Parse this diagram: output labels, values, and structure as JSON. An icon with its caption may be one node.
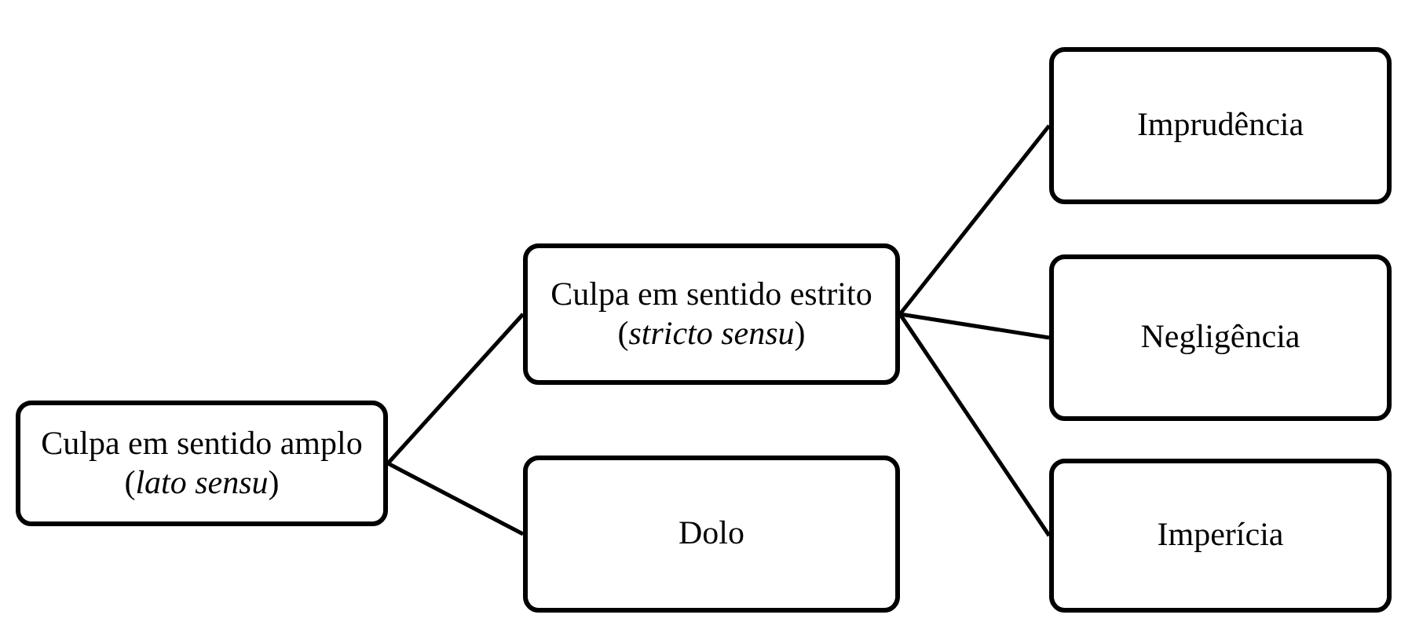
{
  "diagram": {
    "nodes": [
      {
        "text": [
          "Culpa em sentido amplo (*lato sensu*)"
        ]
      },
      {
        "text": [
          "Culpa em sentido estrito (*stricto sensu*)"
        ]
      },
      {
        "text": [
          "Dolo"
        ]
      },
      {
        "text": [
          "Imprudência"
        ]
      },
      {
        "text": [
          "Negligência"
        ]
      },
      {
        "text": [
          "Imperícia"
        ]
      }
    ],
    "edges": [
      {
        "from": 0,
        "to": 1,
        "arrow": "none"
      },
      {
        "from": 0,
        "to": 2,
        "arrow": "none"
      },
      {
        "from": 1,
        "to": 3,
        "arrow": "none"
      },
      {
        "from": 1,
        "to": 4,
        "arrow": "none"
      },
      {
        "from": 1,
        "to": 5,
        "arrow": "none"
      }
    ]
  }
}
